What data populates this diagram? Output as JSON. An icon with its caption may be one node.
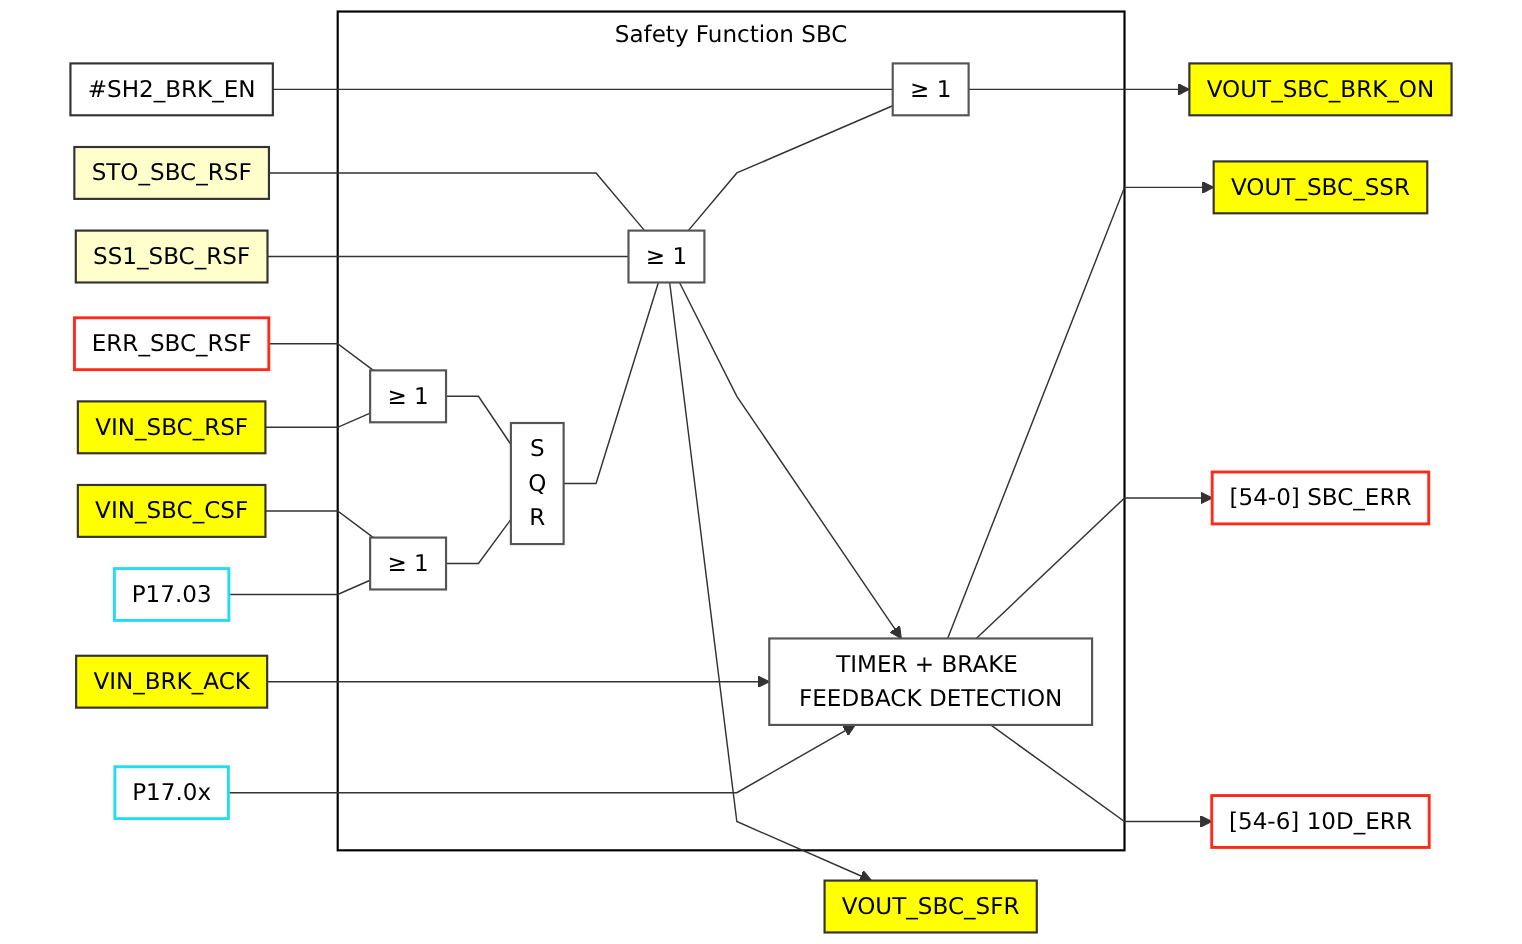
{
  "diagram": {
    "nodes": [
      {
        "text": [
          "Safety Function SBC"
        ]
      },
      {
        "text": [
          "#SH2_BRK_EN"
        ]
      },
      {
        "text": [
          "≥ 1"
        ],
        "in": 0
      },
      {
        "text": [
          "VOUT_SBC_BRK_ON"
        ]
      },
      {
        "text": [
          "STO_SBC_RSF"
        ]
      },
      {
        "text": [
          "≥ 1"
        ],
        "in": 0
      },
      {
        "text": [
          "SS1_SBC_RSF"
        ]
      },
      {
        "text": [
          "VOUT_SBC_SFR"
        ]
      },
      {
        "text": [
          "TIMER + BRAKE FEEDBACK DETECTION"
        ],
        "in": 0
      },
      {
        "text": [
          "ERR_SBC_RSF"
        ]
      },
      {
        "text": [
          "≥ 1"
        ],
        "in": 0
      },
      {
        "text": [
          "VOUT_SBC_SSR"
        ]
      },
      {
        "text": [
          "VIN_SBC_RSF"
        ]
      },
      {
        "text": [
          "S",
          "Q",
          "R"
        ],
        "in": 0
      },
      {
        "text": [
          "[54-0] SBC_ERR"
        ]
      },
      {
        "text": [
          "VIN_SBC_CSF"
        ]
      },
      {
        "text": [
          "≥ 1"
        ],
        "in": 0
      },
      {
        "text": [
          "[54-6] 10D_ERR"
        ]
      },
      {
        "text": [
          "P17.03"
        ]
      },
      {
        "text": [
          "VIN_BRK_ACK"
        ]
      },
      {
        "text": [
          "P17.0x"
        ]
      }
    ],
    "edges": [
      {
        "from": 1,
        "to": 2,
        "arrow": "none"
      },
      {
        "from": 5,
        "to": 2,
        "arrow": "none"
      },
      {
        "from": 2,
        "to": 3,
        "arrow": "to"
      },
      {
        "from": 4,
        "to": 5,
        "arrow": "none"
      },
      {
        "from": 6,
        "to": 5,
        "arrow": "none"
      },
      {
        "from": 13,
        "to": 5,
        "arrow": "none"
      },
      {
        "from": 5,
        "to": 7,
        "arrow": "to"
      },
      {
        "from": 5,
        "to": 8,
        "arrow": "to"
      },
      {
        "from": 9,
        "to": 10,
        "arrow": "none"
      },
      {
        "from": 12,
        "to": 10,
        "arrow": "none"
      },
      {
        "from": 10,
        "to": 13,
        "arrow": "none"
      },
      {
        "from": 15,
        "to": 16,
        "arrow": "none"
      },
      {
        "from": 18,
        "to": 16,
        "arrow": "none"
      },
      {
        "from": 16,
        "to": 13,
        "arrow": "none"
      },
      {
        "from": 8,
        "to": 11,
        "arrow": "to"
      },
      {
        "from": 8,
        "to": 14,
        "arrow": "to"
      },
      {
        "from": 8,
        "to": 17,
        "arrow": "to"
      },
      {
        "from": 19,
        "to": 8,
        "arrow": "to"
      },
      {
        "from": 20,
        "to": 8,
        "arrow": "to"
      }
    ]
  }
}
